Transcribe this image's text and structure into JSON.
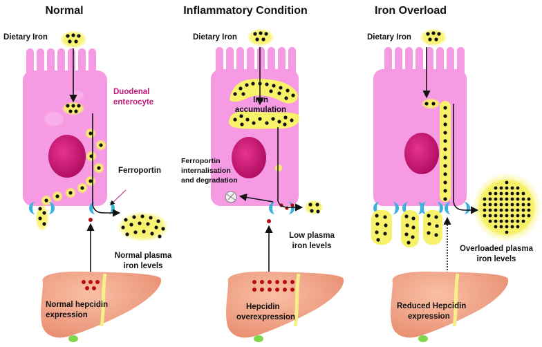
{
  "panels": {
    "normal": {
      "title": "Normal",
      "dietary_iron": "Dietary Iron",
      "enterocyte_line1": "Duodenal",
      "enterocyte_line2": "enterocyte",
      "ferroportin": "Ferroportin",
      "plasma_line1": "Normal plasma",
      "plasma_line2": "iron levels",
      "hepcidin_line1": "Normal hepcidin",
      "hepcidin_line2": "expression"
    },
    "inflammatory": {
      "title": "Inflammatory Condition",
      "dietary_iron": "Dietary Iron",
      "accumulation_line1": "Iron",
      "accumulation_line2": "accumulation",
      "internalisation_line1": "Ferroportin",
      "internalisation_line2": "internalisation",
      "internalisation_line3": "and degradation",
      "plasma_line1": "Low plasma",
      "plasma_line2": "iron levels",
      "hepcidin_line1": "Hepcidin",
      "hepcidin_line2": "overexpression"
    },
    "overload": {
      "title": "Iron Overload",
      "dietary_iron": "Dietary Iron",
      "plasma_line1": "Overloaded plasma",
      "plasma_line2": "iron levels",
      "hepcidin_line1": "Reduced Hepcidin",
      "hepcidin_line2": "expression"
    }
  },
  "colors": {
    "enterocyte": "#f59ae3",
    "nucleus": "#d6197a",
    "iron_glow": "#f7f26a",
    "iron_dot": "#111111",
    "ferroportin": "#3bb1dc",
    "hepcidin": "#b50b0b",
    "liver": "#f3a78c",
    "gallbladder": "#7fd64b",
    "highlight_text": "#c2187a"
  }
}
